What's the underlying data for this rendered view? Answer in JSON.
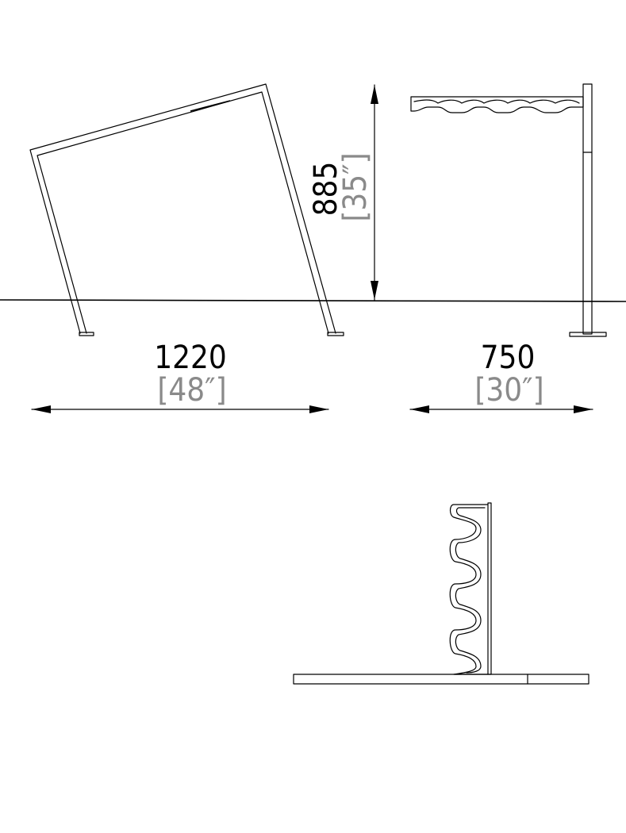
{
  "dimensions": {
    "width": {
      "mm": "1220",
      "inch": "[48″]"
    },
    "depth": {
      "mm": "750",
      "inch": "[30″]"
    },
    "height": {
      "mm": "885",
      "inch": "[35″]"
    }
  },
  "colors": {
    "line": "#000000",
    "imperial_text": "#8a8a8a"
  }
}
